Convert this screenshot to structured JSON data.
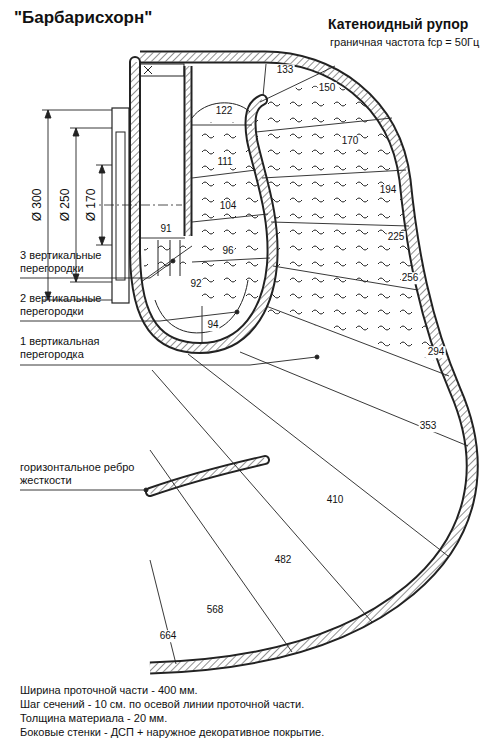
{
  "diagram": {
    "title": "\"Барбарисхорн\"",
    "labels": [
      "Катеноидный рупор",
      "граничная частота fср = 50Гц",
      "Ø 300",
      "Ø 250",
      "Ø 170",
      "3 вертикальные перегородки",
      "2 вертикальные перегородки",
      "1 вертикальная перегородка",
      "горизонтальное ребро жесткости",
      "133",
      "150",
      "122",
      "170",
      "111",
      "194",
      "104",
      "225",
      "91",
      "96",
      "92",
      "256",
      "94",
      "294",
      "353",
      "410",
      "482",
      "568",
      "664",
      "Ширина проточной части - 400 мм.",
      "Шаг сечений - 10 см. по осевой линии проточной части.",
      "Толщина материала - 20 мм.",
      "Боковые стенки - ДСП + наружное декоративное покрытие."
    ]
  }
}
